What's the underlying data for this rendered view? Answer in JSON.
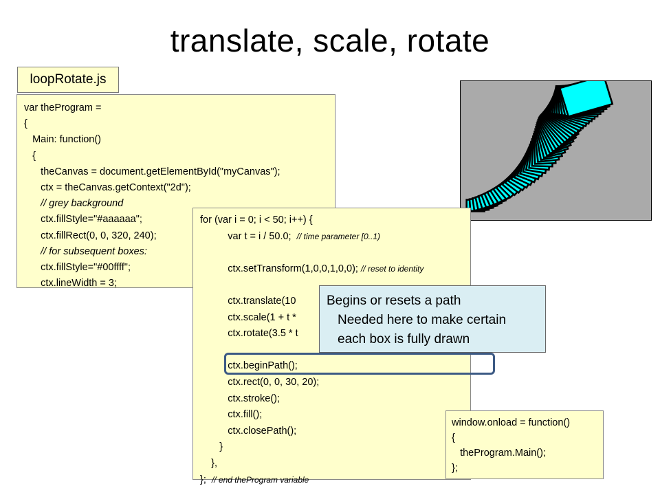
{
  "title": "translate, scale, rotate",
  "file_label": "loopRotate.js",
  "main_code": [
    {
      "indent": "",
      "text": "var theProgram =",
      "comment": ""
    },
    {
      "indent": "",
      "text": "{",
      "comment": ""
    },
    {
      "indent": "   ",
      "text": "Main: function()",
      "comment": ""
    },
    {
      "indent": "   ",
      "text": "{",
      "comment": ""
    },
    {
      "indent": "      ",
      "text": "theCanvas = document.getElementById(\"myCanvas\");",
      "comment": ""
    },
    {
      "indent": "      ",
      "text": "ctx = theCanvas.getContext(\"2d\");",
      "comment": ""
    },
    {
      "indent": "      ",
      "text": "",
      "comment": "// grey background"
    },
    {
      "indent": "      ",
      "text": "ctx.fillStyle=\"#aaaaaa\";",
      "comment": ""
    },
    {
      "indent": "      ",
      "text": "ctx.fillRect(0, 0, 320, 240);",
      "comment": ""
    },
    {
      "indent": "      ",
      "text": "",
      "comment": "// for subsequent boxes:"
    },
    {
      "indent": "      ",
      "text": "ctx.fillStyle=\"#00ffff\";",
      "comment": ""
    },
    {
      "indent": "      ",
      "text": "ctx.lineWidth = 3;",
      "comment": ""
    }
  ],
  "loop_code": [
    {
      "indent": "",
      "text": "for (var i = 0; i < 50; i++) {",
      "comment": ""
    },
    {
      "indent": "          ",
      "text": "var t = i / 50.0;  ",
      "comment": "// time parameter [0..1)"
    },
    {
      "indent": "",
      "text": "",
      "comment": ""
    },
    {
      "indent": "          ",
      "text": "ctx.setTransform(1,0,0,1,0,0); ",
      "comment": "// reset to identity"
    },
    {
      "indent": "",
      "text": "",
      "comment": ""
    },
    {
      "indent": "          ",
      "text": "ctx.translate(10",
      "comment": ""
    },
    {
      "indent": "          ",
      "text": "ctx.scale(1 + t *",
      "comment": ""
    },
    {
      "indent": "          ",
      "text": "ctx.rotate(3.5 * t",
      "comment": ""
    },
    {
      "indent": "",
      "text": "",
      "comment": ""
    },
    {
      "indent": "          ",
      "text": "ctx.beginPath();",
      "comment": ""
    },
    {
      "indent": "          ",
      "text": "ctx.rect(0, 0, 30, 20);",
      "comment": ""
    },
    {
      "indent": "          ",
      "text": "ctx.stroke();",
      "comment": ""
    },
    {
      "indent": "          ",
      "text": "ctx.fill();",
      "comment": ""
    },
    {
      "indent": "          ",
      "text": "ctx.closePath();",
      "comment": ""
    },
    {
      "indent": "       ",
      "text": "}",
      "comment": ""
    },
    {
      "indent": "    ",
      "text": "},",
      "comment": ""
    },
    {
      "indent": "",
      "text": "};  ",
      "comment": "// end theProgram variable"
    }
  ],
  "onload_code": [
    {
      "indent": "",
      "text": "window.onload = function()",
      "comment": ""
    },
    {
      "indent": "",
      "text": "{",
      "comment": ""
    },
    {
      "indent": "   ",
      "text": "theProgram.Main();",
      "comment": ""
    },
    {
      "indent": "",
      "text": "};",
      "comment": ""
    }
  ],
  "callout": {
    "line1": "Begins or resets a path",
    "line2": "Needed here to make certain",
    "line3": "each box is fully drawn"
  },
  "canvas_colors": {
    "background": "#aaaaaa",
    "box_fill": "#00ffff",
    "box_stroke": "#000000"
  },
  "highlight_color": "#3c5a84"
}
